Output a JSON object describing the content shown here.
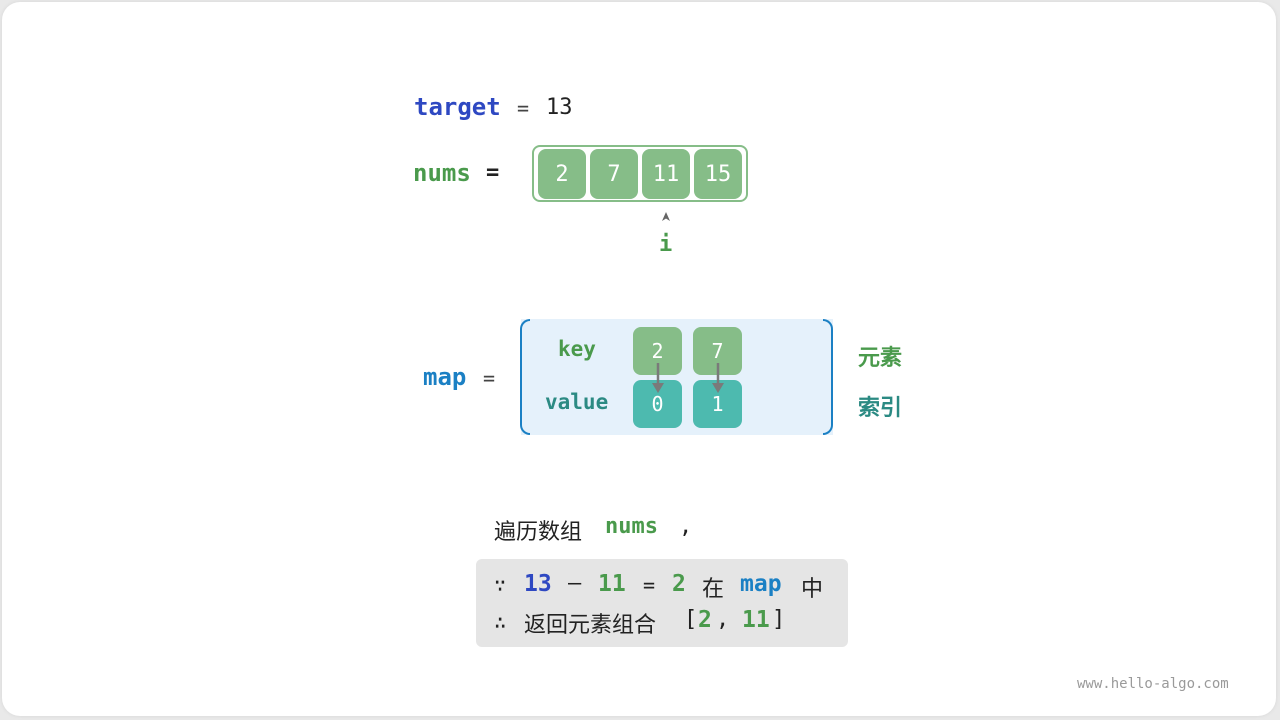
{
  "header": {
    "target_label": "target",
    "target_eq": "=",
    "target_value": "13",
    "nums_label": "nums",
    "nums_eq": "=",
    "nums": [
      "2",
      "7",
      "11",
      "15"
    ],
    "pointer_label": "i"
  },
  "map": {
    "label": "map",
    "eq": "=",
    "key_label": "key",
    "value_label": "value",
    "keys": [
      "2",
      "7"
    ],
    "values": [
      "0",
      "1"
    ],
    "key_annotation": "元素",
    "value_annotation": "索引"
  },
  "description": {
    "prefix": "遍历数组",
    "nums_word": "nums",
    "comma": ","
  },
  "info": {
    "because_symbol": "∵",
    "a": "13",
    "minus": "–",
    "b": "11",
    "eq": "=",
    "c": "2",
    "in_text": "在",
    "map_word": "map",
    "mid_text": "中",
    "therefore_symbol": "∴",
    "return_text": "返回元素组合",
    "open_bracket": "[",
    "r1": "2",
    "sep": ",",
    "r2": "11",
    "close_bracket": "]"
  },
  "footer": {
    "watermark": "www.hello-algo.com"
  },
  "colors": {
    "blue": "#2e48c2",
    "green": "#4a9a4c",
    "cell_green": "#86bd88",
    "map_blue": "#1b80c4",
    "teal": "#2b8a83",
    "value_teal": "#4dbaaf",
    "map_bg": "#e5f1fb"
  }
}
